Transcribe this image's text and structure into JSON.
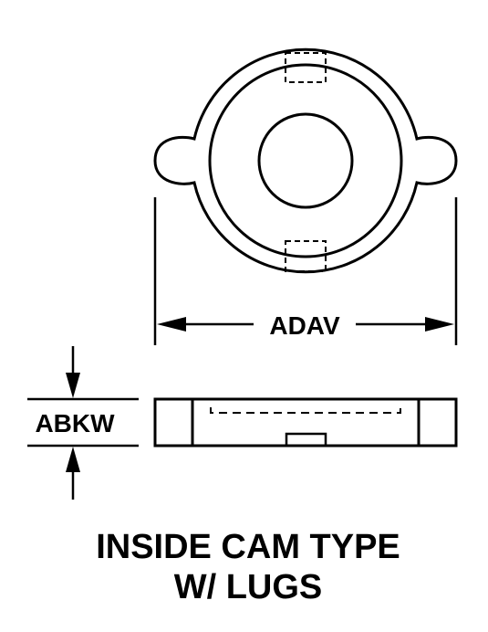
{
  "dimensions": {
    "width_label": "ADAV",
    "thickness_label": "ABKW"
  },
  "caption": {
    "line1": "INSIDE CAM TYPE",
    "line2": "W/ LUGS"
  }
}
